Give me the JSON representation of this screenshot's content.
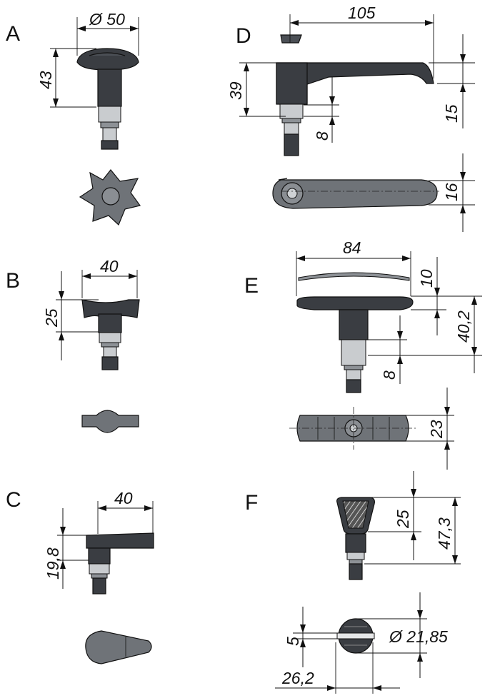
{
  "labels": {
    "A": "A",
    "B": "B",
    "C": "C",
    "D": "D",
    "E": "E",
    "F": "F"
  },
  "dimensions": {
    "a_width": "Ø 50",
    "a_height": "43",
    "b_width": "40",
    "b_height": "25",
    "c_width": "40",
    "c_height": "19,8",
    "d_length": "105",
    "d_height": "39",
    "d_step": "8",
    "d_end": "15",
    "d_width": "16",
    "e_width": "84",
    "e_thickness": "10",
    "e_height": "40,2",
    "e_step": "8",
    "e_depth": "23",
    "f_top": "25",
    "f_height": "47,3",
    "f_slot": "5",
    "f_diameter": "Ø 21,85",
    "f_offset": "26,2"
  }
}
